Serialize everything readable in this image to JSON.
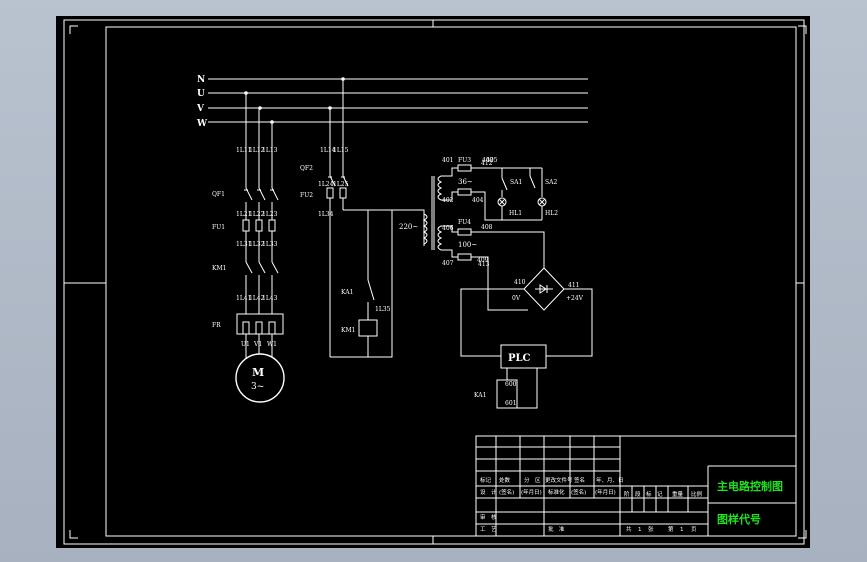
{
  "colors": {
    "background": "#000000",
    "line": "#ffffff",
    "title_text": "#22e022",
    "outer_frame": "#b9c2cf"
  },
  "bus": {
    "n": "N",
    "u": "U",
    "v": "V",
    "w": "W"
  },
  "main_circuit": {
    "qf1": "QF1",
    "fu1": "FU1",
    "km1": "KM1",
    "fr": "FR",
    "l11": "1L11",
    "l12": "1L12",
    "l13": "1L13",
    "l21": "1L21",
    "l22": "1L22",
    "l23": "1L23",
    "l31": "1L31",
    "l32": "1L32",
    "l33": "1L33",
    "l41": "1L41",
    "l42": "1L42",
    "l43": "1L43",
    "u1": "U1",
    "v1": "V1",
    "w1": "W1",
    "motor_m": "M",
    "motor_phase": "3~"
  },
  "control_circuit": {
    "qf2": "QF2",
    "fu2": "FU2",
    "c1": "1L14",
    "c2": "1L15",
    "c3": "1L24",
    "c4": "1L25",
    "c5": "1L34",
    "voltage": "220~",
    "ka1": "KA1",
    "ka1_contact": "1L35",
    "km1_coil": "KM1"
  },
  "transformer_circuit": {
    "fu3": "FU3",
    "fu4": "FU4",
    "v36": "36~",
    "v100": "100~",
    "sa1": "SA1",
    "sa2": "SA2",
    "hl1": "HL1",
    "hl2": "HL2",
    "w401": "401",
    "w402": "402",
    "w403": "403",
    "w404": "404",
    "w405": "405",
    "w406": "406",
    "w407": "407",
    "w408": "408",
    "w409": "409",
    "w410": "410",
    "w411": "411",
    "w412": "412",
    "w413": "413",
    "zero_v": "0V",
    "plus24": "+24V",
    "plc": "PLC",
    "ka1": "KA1",
    "w600": "600",
    "w601": "601"
  },
  "title_block": {
    "drawing_title": "主电路控制图",
    "drawing_code": "图样代号",
    "r1": [
      "标记",
      "处数",
      "分　区",
      "更改文件号",
      "签名",
      "年、月、日"
    ],
    "r2": [
      "设　计",
      "(签名)",
      "(年月日)",
      "标准化",
      "(签名)",
      "(年月日)"
    ],
    "stage": [
      "阶",
      "段",
      "标",
      "记",
      "重量",
      "比例"
    ],
    "review": "审　核",
    "process": "工　艺",
    "approve": "批　准",
    "sheet": [
      "共",
      "1",
      "张",
      "第",
      "1",
      "页"
    ]
  }
}
